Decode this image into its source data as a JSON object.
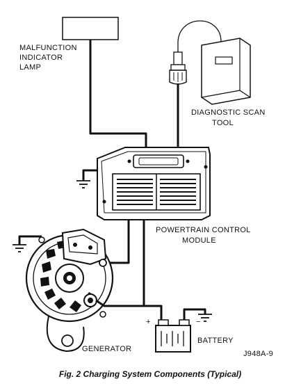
{
  "labels": {
    "malfunction_line1": "MALFUNCTION",
    "malfunction_line2": "INDICATOR",
    "malfunction_line3": "LAMP",
    "scan_line1": "DIAGNOSTIC SCAN",
    "scan_line2": "TOOL",
    "pcm_line1": "POWERTRAIN CONTROL",
    "pcm_line2": "MODULE",
    "generator": "GENERATOR",
    "battery": "BATTERY",
    "plus_sign": "+",
    "minus_sign": "−",
    "figure_code": "J948A-9"
  },
  "caption": "Fig. 2 Charging System Components (Typical)"
}
